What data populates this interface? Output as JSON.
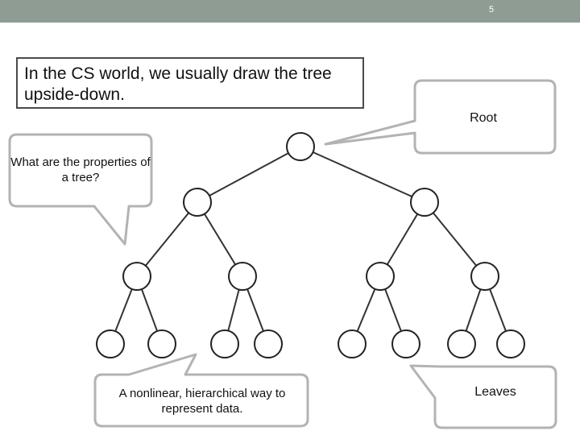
{
  "slide": {
    "number": "5",
    "title": "In the CS world, we usually draw the tree upside-down."
  },
  "callouts": {
    "root": "Root",
    "question": "What are the properties of a tree?",
    "answer": "A nonlinear, hierarchical way to represent data.",
    "leaves": "Leaves"
  },
  "tree": {
    "levels": 4,
    "branching_factor": 2,
    "node_count": 15
  },
  "colors": {
    "top_bar": "#8e9c94",
    "callout_border": "#b3b3b3",
    "node_stroke": "#222222",
    "edge_stroke": "#333333"
  }
}
